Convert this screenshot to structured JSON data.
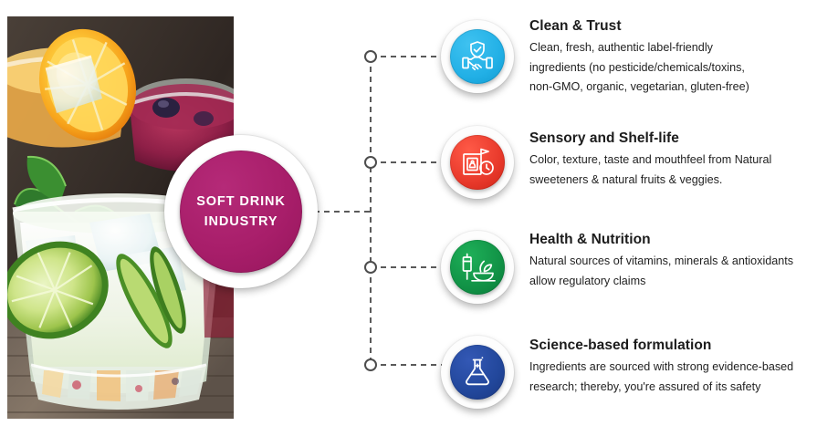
{
  "hub": {
    "line1": "SOFT DRINK",
    "line2": "INDUSTRY",
    "color": "#A81E6A"
  },
  "photo": {
    "alt": "soft-drink-photo",
    "description": "Cocktail glasses with orange slice, mint, lime slices, ice and berries on a wooden table"
  },
  "branches": [
    {
      "id": "clean-and-trust",
      "title": "Clean & Trust",
      "body": "Clean, fresh, authentic label-friendly ingredients (no pesticide/chemicals/toxins, non-GMO, organic, vegetarian, gluten-free)",
      "lines": [
        "Clean, fresh, authentic label-friendly",
        "ingredients (no pesticide/chemicals/toxins,",
        "non-GMO, organic, vegetarian, gluten-free)"
      ],
      "icon": "handshake-shield-icon",
      "color": "#22B0E6"
    },
    {
      "id": "sensory-and-shelf-life",
      "title": "Sensory and Shelf-life",
      "body": "Color, texture, taste and mouthfeel from Natural sweeteners & natural fruits & veggies.",
      "lines": [
        "Color, texture, taste and mouthfeel from Natural",
        "sweeteners & natural fruits & veggies."
      ],
      "icon": "juice-carton-clock-icon",
      "color": "#E8392B"
    },
    {
      "id": "health-and-nutrition",
      "title": "Health & Nutrition",
      "body": "Natural sources of vitamins, minerals & antioxidants allow regulatory claims",
      "lines": [
        "Natural sources of vitamins, minerals & antioxidants",
        "allow regulatory claims"
      ],
      "icon": "bowl-leaf-icon",
      "color": "#119246"
    },
    {
      "id": "science-based-formulation",
      "title": "Science-based formulation",
      "body": "Ingredients are sourced with strong evidence-based research; thereby, you're assured of its safety",
      "lines": [
        "Ingredients are sourced with strong evidence-based",
        "research; thereby, you're assured of its safety"
      ],
      "icon": "lab-flask-icon",
      "color": "#22479B"
    }
  ],
  "connector": {
    "style": "dashed",
    "color": "#5A5A5A",
    "node_shape": "hollow-circle"
  }
}
